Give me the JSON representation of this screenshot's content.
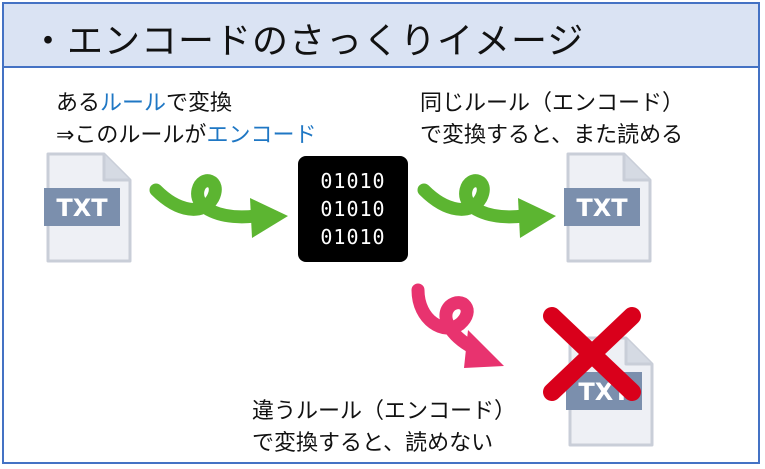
{
  "title": "・エンコードのさっくりイメージ",
  "rule_note": {
    "line1_a": "ある",
    "line1_b": "ルール",
    "line1_c": "で変換",
    "line2_a": "⇒このルールが",
    "line2_b": "エンコード"
  },
  "same_rule_note": {
    "line1": "同じルール（エンコード）",
    "line2": "で変換すると、また読める"
  },
  "diff_rule_note": {
    "line1": "違うルール（エンコード）",
    "line2": "で変換すると、読めない"
  },
  "binary_lines": [
    "01010",
    "01010",
    "01010"
  ],
  "file_label": "TXT",
  "icons": {
    "file": "text-file-icon",
    "green_arrow": "green-curly-arrow-icon",
    "red_arrow": "red-curly-arrow-icon",
    "cross": "red-cross-icon"
  },
  "colors": {
    "accent_blue": "#1f77c4",
    "green_arrow": "#5cb531",
    "red_arrow": "#e8336f",
    "cross": "#d9001b",
    "file_body": "#eef0f5",
    "file_label_bg": "#7b8fad"
  }
}
